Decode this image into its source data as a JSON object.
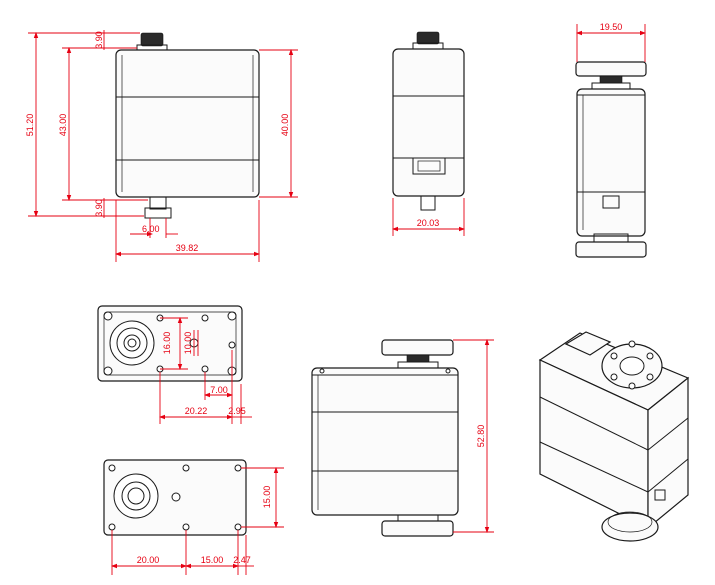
{
  "colors": {
    "dimension": "#e60012",
    "outline": "#1a1a1a",
    "body_fill": "#fbfbfb"
  },
  "dimensions": {
    "total_height": "51.20",
    "body_to_flange": "43.00",
    "top_offset": "3.90",
    "bottom_offset": "3.90",
    "body_height": "40.00",
    "shaft_width": "6.00",
    "front_width": "39.82",
    "side_width": "20.03",
    "horn_width": "19.50",
    "hole_spacing_v": "16.00",
    "hole_spacing_v2": "10.00",
    "offset_7": "7.00",
    "offset_2022": "20.22",
    "offset_295": "2.95",
    "rear_height": "52.80",
    "bottom_15": "15.00",
    "bottom_20": "20.00",
    "bottom_15b": "15.00",
    "bottom_247": "2.47"
  }
}
